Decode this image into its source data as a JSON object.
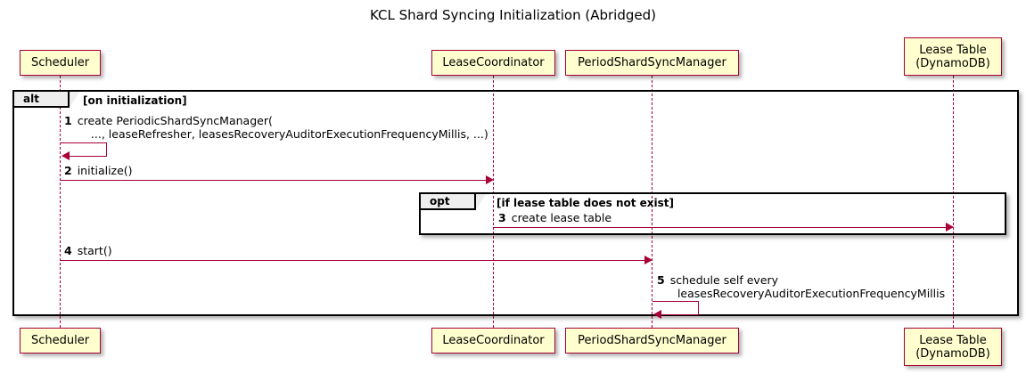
{
  "diagram": {
    "type": "sequence-diagram",
    "title": "KCL Shard Syncing Initialization (Abridged)",
    "colors": {
      "participant_fill": "#FEFECE",
      "participant_border": "#A80036",
      "lifeline": "#A80036",
      "arrow": "#A80036",
      "fragment_border": "#000000",
      "fragment_tab_fill": "#EEEEEE",
      "text": "#000000",
      "background": "#FFFFFF"
    }
  },
  "participants": [
    {
      "id": "scheduler",
      "label_lines": [
        "Scheduler"
      ]
    },
    {
      "id": "lease-coordinator",
      "label_lines": [
        "LeaseCoordinator"
      ]
    },
    {
      "id": "period-shard-sync-manager",
      "label_lines": [
        "PeriodShardSyncManager"
      ]
    },
    {
      "id": "lease-table",
      "label_lines": [
        "Lease Table",
        "(DynamoDB)"
      ]
    }
  ],
  "fragments": [
    {
      "id": "alt",
      "keyword": "alt",
      "condition": "[on initialization]"
    },
    {
      "id": "opt",
      "keyword": "opt",
      "condition": "[if lease table does not exist]"
    }
  ],
  "messages": [
    {
      "number": "1",
      "from": "scheduler",
      "to": "scheduler",
      "self": true,
      "text_lines": [
        "create PeriodicShardSyncManager(",
        "   ..., leaseRefresher, leasesRecoveryAuditorExecutionFrequencyMillis, ...)"
      ]
    },
    {
      "number": "2",
      "from": "scheduler",
      "to": "lease-coordinator",
      "self": false,
      "text_lines": [
        "initialize()"
      ]
    },
    {
      "number": "3",
      "from": "lease-coordinator",
      "to": "lease-table",
      "self": false,
      "text_lines": [
        "create lease table"
      ]
    },
    {
      "number": "4",
      "from": "scheduler",
      "to": "period-shard-sync-manager",
      "self": false,
      "text_lines": [
        "start()"
      ]
    },
    {
      "number": "5",
      "from": "period-shard-sync-manager",
      "to": "period-shard-sync-manager",
      "self": true,
      "text_lines": [
        "schedule self every",
        "  leasesRecoveryAuditorExecutionFrequencyMillis"
      ]
    }
  ]
}
